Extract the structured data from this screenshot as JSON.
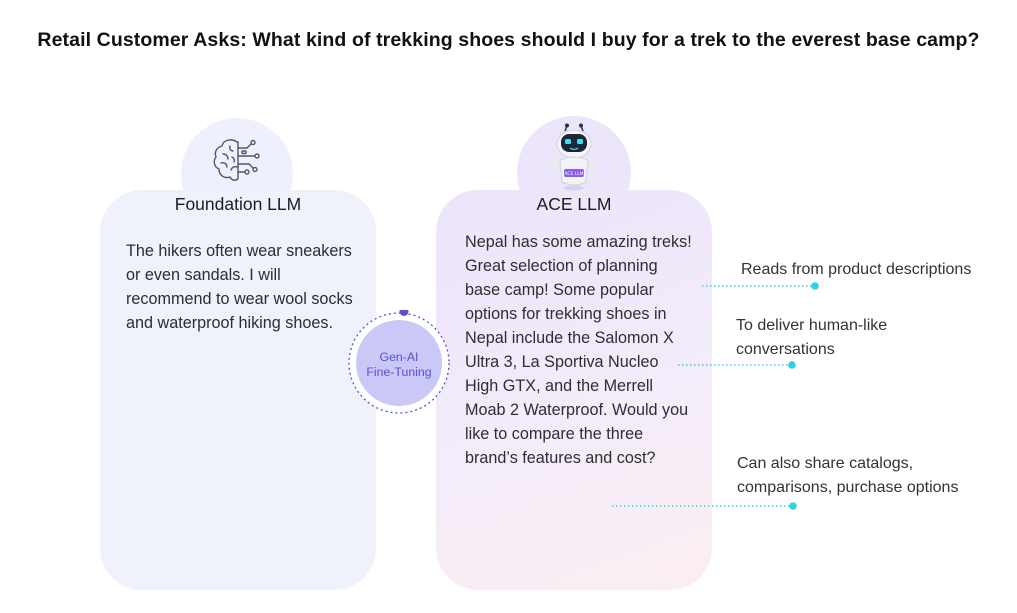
{
  "header": {
    "title": "Retail Customer Asks: What kind of trekking shoes should I buy for a trek to the everest base camp?"
  },
  "foundation": {
    "title": "Foundation LLM",
    "icon": "brain-circuit-icon",
    "response": "The hikers often wear sneakers or even sandals. I will recommend to wear wool socks and waterproof hiking shoes."
  },
  "fine_tuning": {
    "line1": "Gen-AI",
    "line2": "Fine-Tuning"
  },
  "ace": {
    "title": "ACE LLM",
    "icon": "robot-mascot-icon",
    "badge": "ACE LLM",
    "response": "Nepal has some amazing treks! Great selection of planning base camp! Some popular options for trekking shoes in Nepal include the Salomon X Ultra 3, La Sportiva Nucleo High GTX, and the Merrell Moab 2 Waterproof. Would you like to compare the three brand’s features and cost?"
  },
  "annotations": [
    {
      "text": "Reads from product descriptions"
    },
    {
      "text": "To deliver human-like conversations"
    },
    {
      "text": "Can also share catalogs, comparisons, purchase options"
    }
  ],
  "colors": {
    "connector": "#2fd3de",
    "fine_tuning_ring": "#5a4fd4",
    "fine_tuning_fill": "#c9c8f6"
  }
}
